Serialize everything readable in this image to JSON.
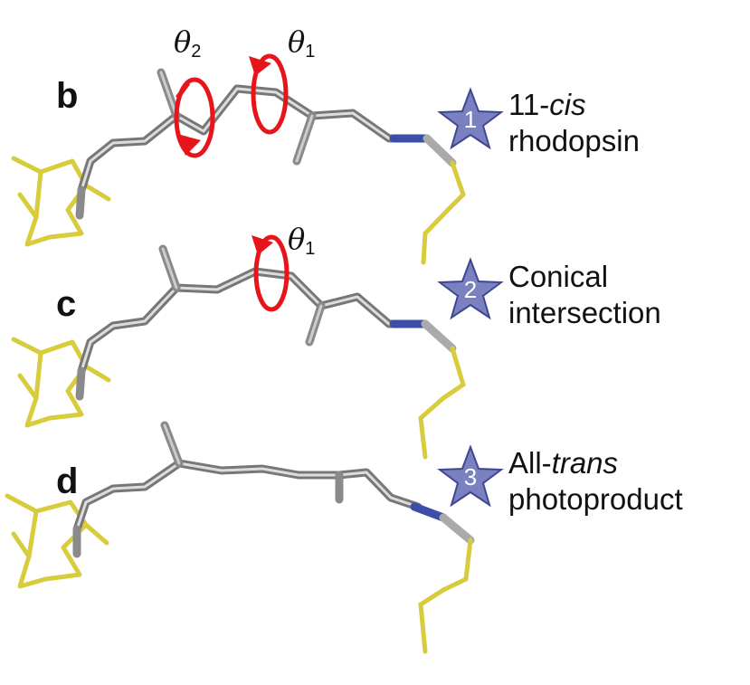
{
  "panels": [
    {
      "letter": "b",
      "state_number": "1",
      "label_pre": "11-",
      "label_italic": "cis",
      "label_line2": "rhodopsin"
    },
    {
      "letter": "c",
      "state_number": "2",
      "label_line1": "Conical",
      "label_line2": "intersection"
    },
    {
      "letter": "d",
      "state_number": "3",
      "label_pre": "All-",
      "label_italic": "trans",
      "label_line2": "photoproduct"
    }
  ],
  "torsions": {
    "theta_symbol": "θ",
    "theta1_sub": "1",
    "theta2_sub": "2"
  },
  "colors": {
    "carbon": "#b4b4b4",
    "nitrogen": "#3b4fa8",
    "lysine": "#d8cc3c",
    "arrow": "#e8141c",
    "star": "#7a80c0"
  }
}
